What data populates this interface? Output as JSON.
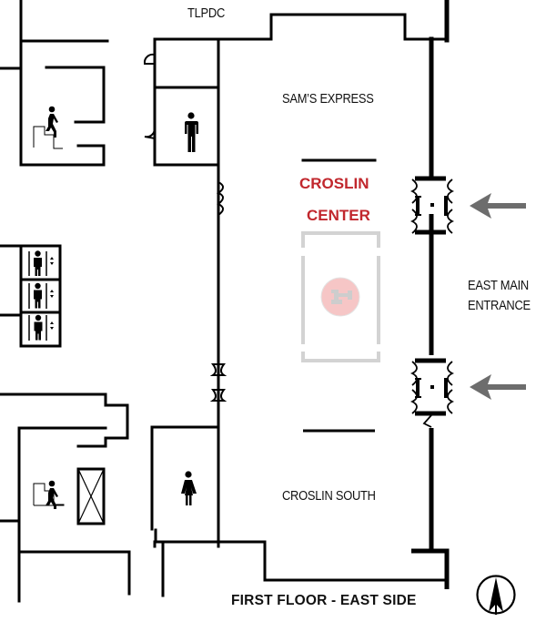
{
  "map": {
    "title": "FIRST FLOOR - EAST SIDE",
    "rooms": {
      "tlpdc": "TLPDC",
      "sams_express": "SAM’S EXPRESS",
      "croslin_center_line1": "CROSLIN",
      "croslin_center_line2": "CENTER",
      "croslin_south": "CROSLIN SOUTH"
    },
    "entrance": {
      "line1": "EAST MAIN",
      "line2": "ENTRANCE"
    },
    "icons": [
      "stairs-icon",
      "mens-restroom-icon",
      "elevator-icon",
      "womens-restroom-icon",
      "north-arrow-icon",
      "entrance-arrow-icon",
      "texas-tech-logo-icon"
    ],
    "colors": {
      "wall": "#000000",
      "accent_red": "#c1272d",
      "arrow_gray": "#6d6d6d",
      "faded_gray": "#d3d3d3",
      "logo_pink": "#f6c6c6"
    }
  }
}
